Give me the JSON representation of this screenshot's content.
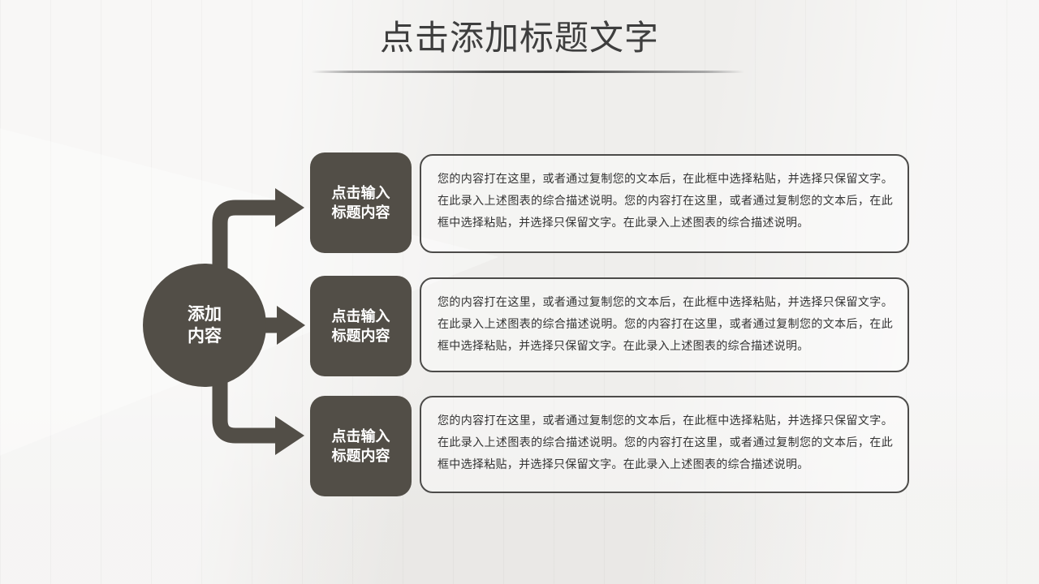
{
  "slide": {
    "title": "点击添加标题文字"
  },
  "colors": {
    "shape_dark": "#524e47",
    "title_text": "#3e3e3e",
    "body_text": "#333333",
    "box_border": "#4c4b49",
    "label_text": "#ffffff",
    "background": "#efeeec"
  },
  "diagram": {
    "hub": {
      "label": "添加\n内容"
    },
    "rows": [
      {
        "title": "点击输入\n标题内容",
        "body": "您的内容打在这里，或者通过复制您的文本后，在此框中选择粘贴，并选择只保留文字。在此录入上述图表的综合描述说明。您的内容打在这里，或者通过复制您的文本后，在此框中选择粘贴，并选择只保留文字。在此录入上述图表的综合描述说明。"
      },
      {
        "title": "点击输入\n标题内容",
        "body": "您的内容打在这里，或者通过复制您的文本后，在此框中选择粘贴，并选择只保留文字。在此录入上述图表的综合描述说明。您的内容打在这里，或者通过复制您的文本后，在此框中选择粘贴，并选择只保留文字。在此录入上述图表的综合描述说明。"
      },
      {
        "title": "点击输入\n标题内容",
        "body": "您的内容打在这里，或者通过复制您的文本后，在此框中选择粘贴，并选择只保留文字。在此录入上述图表的综合描述说明。您的内容打在这里，或者通过复制您的文本后，在此框中选择粘贴，并选择只保留文字。在此录入上述图表的综合描述说明。"
      }
    ]
  }
}
